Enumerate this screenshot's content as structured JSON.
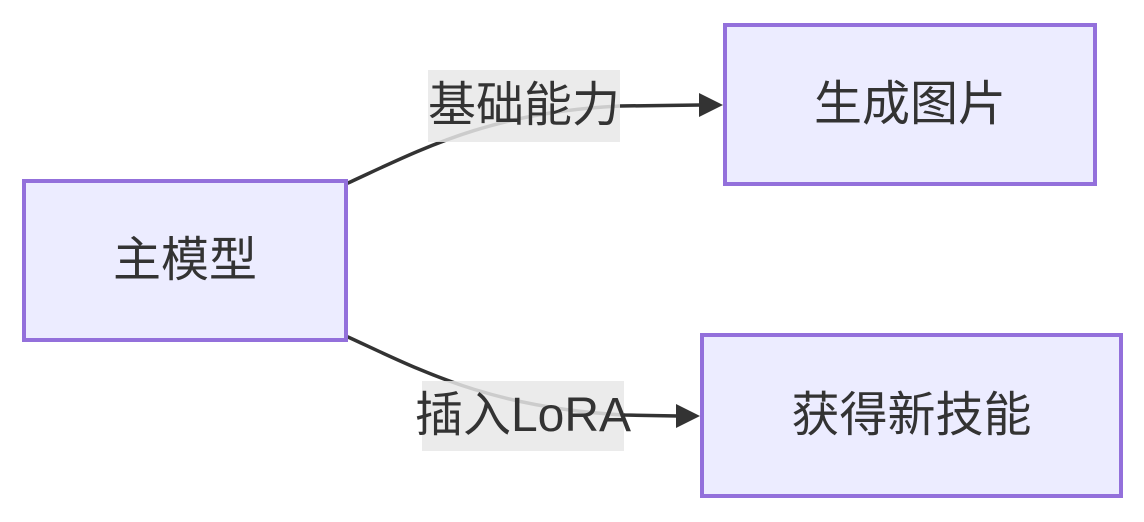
{
  "diagram": {
    "type": "flowchart-lr",
    "background_color": "#ffffff",
    "colors": {
      "node_fill": "#ECECFF",
      "node_border": "#9370DB",
      "node_text": "#333333",
      "edge_stroke": "#333333",
      "edge_label_bg": "#e8e8e8",
      "edge_label_text": "#333333"
    },
    "nodes": [
      {
        "id": "main-model",
        "label": "主模型"
      },
      {
        "id": "generate-image",
        "label": "生成图片"
      },
      {
        "id": "gain-new-skills",
        "label": "获得新技能"
      }
    ],
    "edges": [
      {
        "from": "主模型",
        "to": "生成图片",
        "label": "基础能力"
      },
      {
        "from": "主模型",
        "to": "获得新技能",
        "label": "插入LoRA"
      }
    ]
  }
}
